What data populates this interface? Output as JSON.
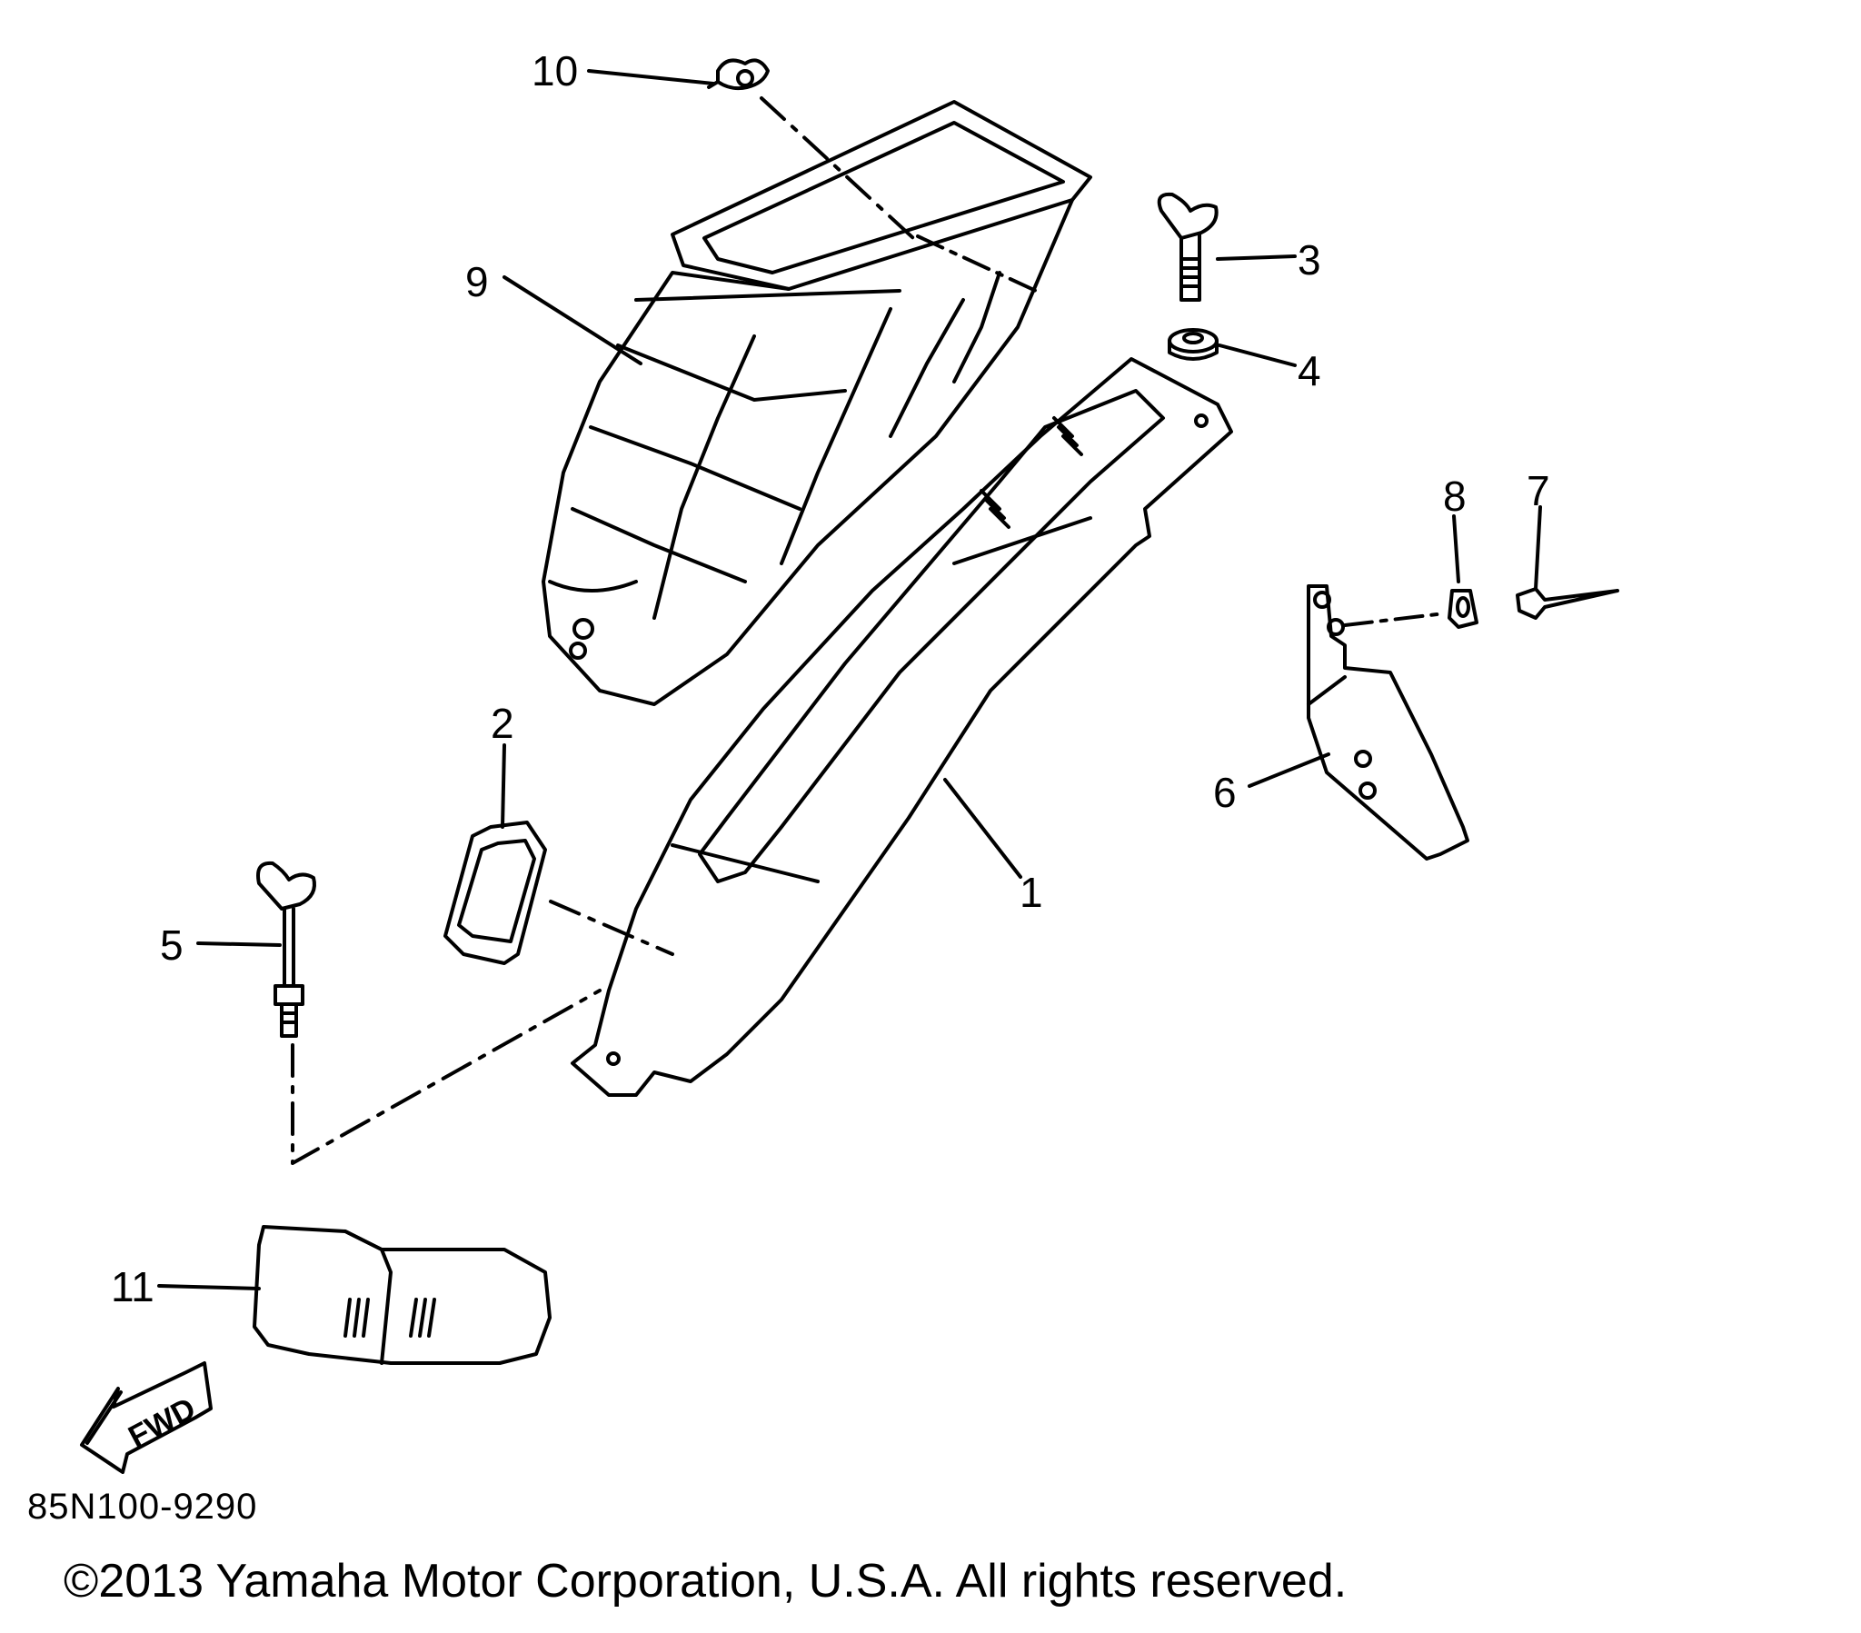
{
  "callouts": {
    "c1": "1",
    "c2": "2",
    "c3": "3",
    "c4": "4",
    "c5": "5",
    "c6": "6",
    "c7": "7",
    "c8": "8",
    "c9": "9",
    "c10": "10",
    "c11": "11"
  },
  "fwd_arrow": {
    "label": "FWD"
  },
  "diagram_code": "85N100-9290",
  "copyright": "©2013 Yamaha Motor Corporation, U.S.A. All rights reserved."
}
